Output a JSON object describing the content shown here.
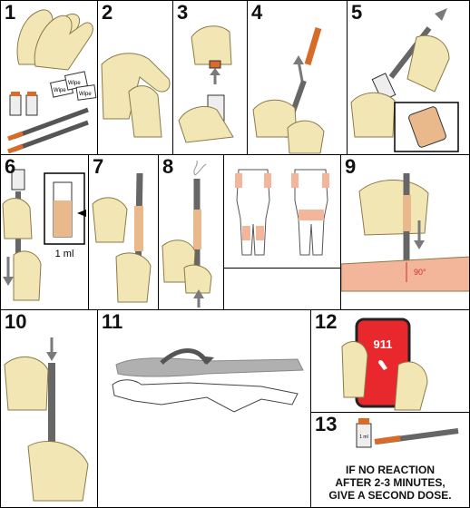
{
  "steps": [
    {
      "number": "1"
    },
    {
      "number": "2"
    },
    {
      "number": "3"
    },
    {
      "number": "4"
    },
    {
      "number": "5"
    },
    {
      "number": "6"
    },
    {
      "number": "7"
    },
    {
      "number": "8"
    },
    {
      "number": "9"
    },
    {
      "number": "10"
    },
    {
      "number": "11"
    },
    {
      "number": "12"
    },
    {
      "number": "13"
    }
  ],
  "labels": {
    "wipe1": "Wipe",
    "wipe2": "Wipe",
    "wipe3": "Wipe",
    "vial_label": "1 ml",
    "syringe_volume": "1 ml",
    "angle": "90°",
    "phone_number": "911",
    "vial_label_13": "1 ml",
    "instruction_line1": "IF NO REACTION",
    "instruction_line2": "AFTER 2-3 MINUTES,",
    "instruction_line3": "GIVE A SECOND DOSE."
  },
  "colors": {
    "glove": "#f2e6b4",
    "glove_stroke": "#8a7a4a",
    "needle_cap": "#d86a2a",
    "phone_red": "#e8282c",
    "injection_site": "#f4b69a",
    "body_grey": "#b0b0b0",
    "arrow_grey": "#7a7a7a",
    "liquid": "#e9b98c"
  }
}
